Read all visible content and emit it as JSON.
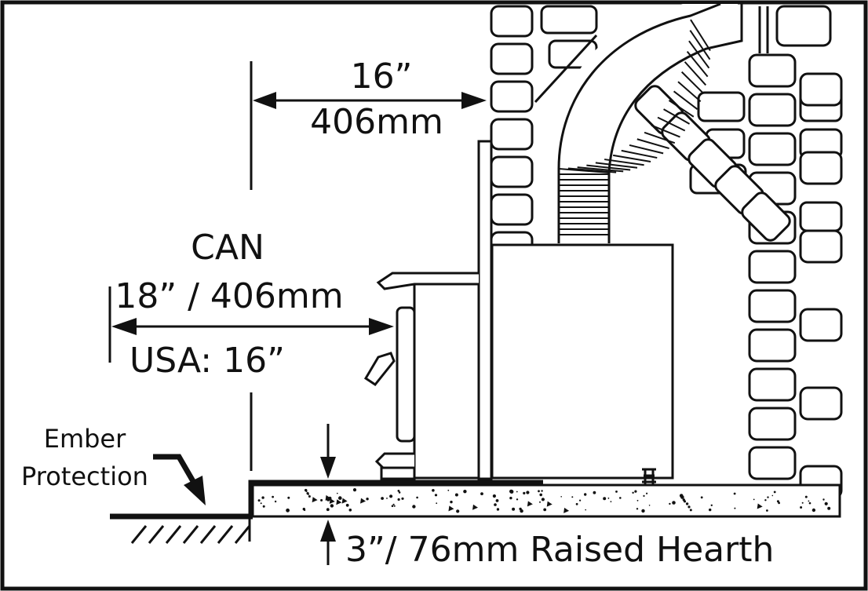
{
  "labels": {
    "top_dim_imperial": "16”",
    "top_dim_metric": "406mm",
    "can_label": "CAN",
    "can_dim": "18” / 406mm",
    "usa_dim": "USA:  16”",
    "ember_line1": "Ember",
    "ember_line2": "Protection",
    "hearth_label": "3”/ 76mm Raised Hearth"
  },
  "colors": {
    "line": "#111111",
    "background": "#ffffff"
  }
}
